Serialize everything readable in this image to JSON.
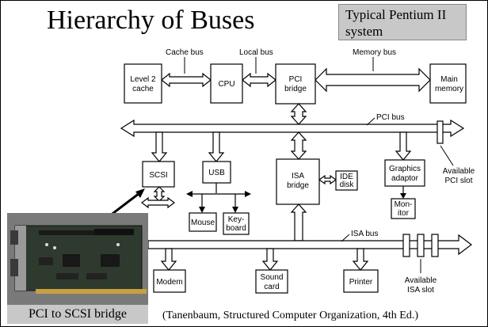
{
  "slide": {
    "title": "Hierarchy of Buses",
    "callout": [
      "Typical Pentium II",
      "system"
    ],
    "photo_caption": "PCI to SCSI bridge",
    "citation": "(Tanenbaum, Structured Computer Organization, 4th Ed.)"
  },
  "diagram": {
    "boxes": {
      "l2cache": [
        "Level 2",
        "cache"
      ],
      "cpu": [
        "CPU"
      ],
      "pcibridge": [
        "PCI",
        "bridge"
      ],
      "mainmem": [
        "Main",
        "memory"
      ],
      "scsi": [
        "SCSI"
      ],
      "usb": [
        "USB"
      ],
      "isabridge": [
        "ISA",
        "bridge"
      ],
      "idedisk": [
        "IDE",
        "disk"
      ],
      "graphics": [
        "Graphics",
        "adaptor"
      ],
      "monitor": [
        "Mon-",
        "itor"
      ],
      "mouse": [
        "Mouse"
      ],
      "keyboard": [
        "Key-",
        "board"
      ],
      "modem": [
        "Modem"
      ],
      "soundcard": [
        "Sound",
        "card"
      ],
      "printer": [
        "Printer"
      ]
    },
    "labels": {
      "cache_bus": "Cache bus",
      "local_bus": "Local bus",
      "memory_bus": "Memory bus",
      "pci_bus": "PCI bus",
      "isa_bus": "ISA bus",
      "pci_slot": [
        "Available",
        "PCI slot"
      ],
      "isa_slot": [
        "Available",
        "ISA slot"
      ]
    }
  }
}
